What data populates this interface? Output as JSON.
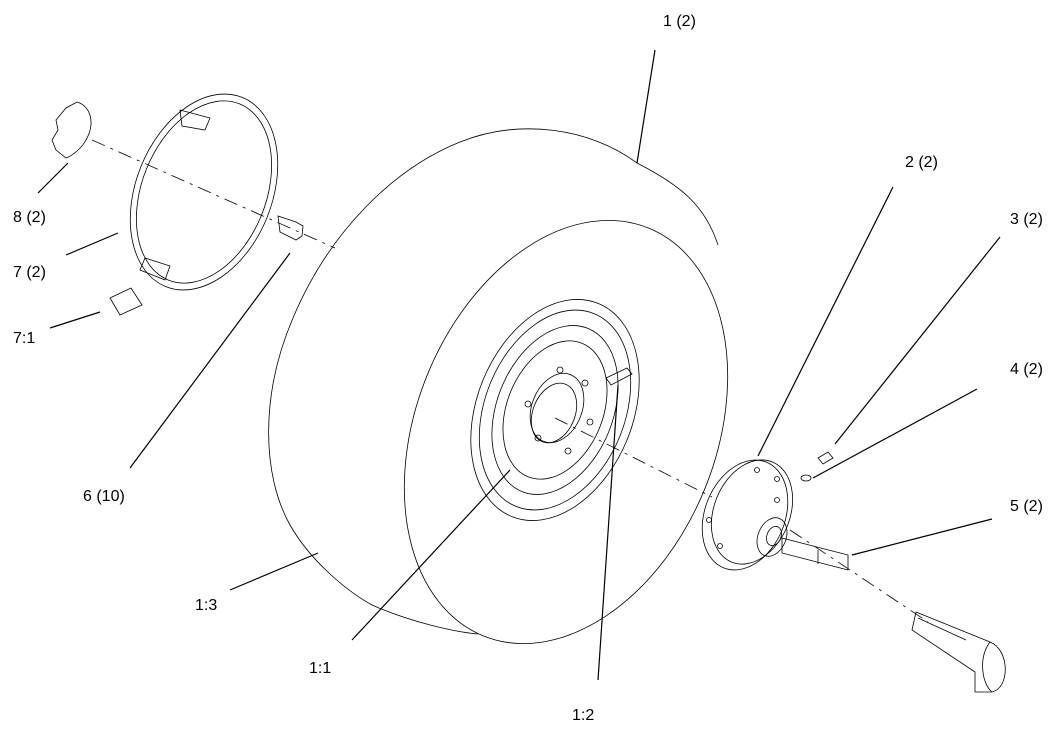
{
  "callouts": {
    "c1": "1 (2)",
    "c2": "2 (2)",
    "c3": "3 (2)",
    "c4": "4 (2)",
    "c5": "5 (2)",
    "c6": "6 (10)",
    "c7": "7 (2)",
    "c7_1": "7:1",
    "c8": "8 (2)",
    "c1_1": "1:1",
    "c1_2": "1:2",
    "c1_3": "1:3"
  }
}
